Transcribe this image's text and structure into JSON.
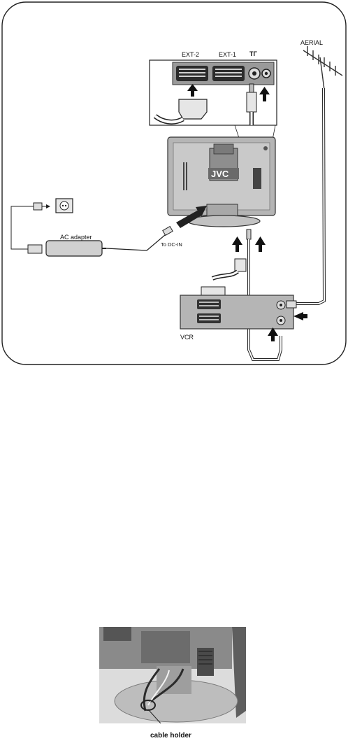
{
  "connection_diagram": {
    "labels": {
      "ext2": "EXT-2",
      "ext1": "EXT-1",
      "antenna_symbol": "ΤΓ",
      "aerial": "AERIAL",
      "brand": "JVC",
      "ac_adapter": "AC adapter",
      "dc_in": "To DC-IN",
      "vcr": "VCR"
    }
  },
  "cable_holder_figure": {
    "caption": "cable holder"
  }
}
